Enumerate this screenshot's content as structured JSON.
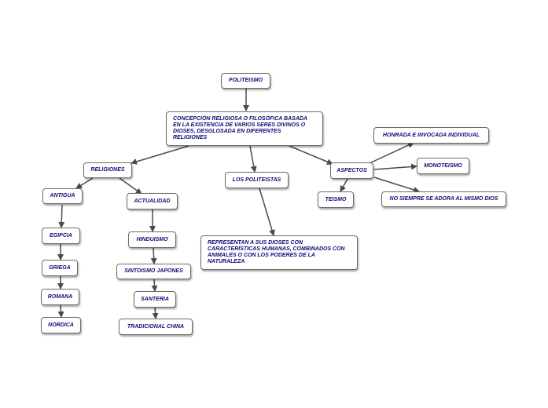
{
  "nodes": {
    "politeismo": "POLITEISMO",
    "concepcion": "CONCEPCIÓN RELIGIOSA O FILOSÓFICA BASADA EN LA EXISTENCIA DE VARIOS SERES DIVINOS O DIOSES, DESGLOSADA EN DIFERENTES RELIGIONES",
    "religiones": "RELIGIONES",
    "los_politeistas": "LOS POLITEISTAS",
    "aspectos": "ASPECTOS",
    "antigua": "ANTIGUA",
    "actualidad": "ACTUALIDAD",
    "egipcia": "EGIPCIA",
    "griega": "GRIEGA",
    "romana": "ROMANA",
    "nordica": "NORDICA",
    "hinduismo": "HINDUISMO",
    "sintoismo": "SINTOISMO JAPONES",
    "santeria": "SANTERIA",
    "tradicional_china": "TRADICIONAL CHINA",
    "representan": "REPRESENTAN A SUS DIOSES CON CARACTERÍSTICAS HUMANAS, COMBINADOS CON ANIMALES O CON LOS PODERES DE LA NATURALEZA",
    "honrada": "HONRADA E INVOCADA INDIVIDUAL",
    "monoteismo": "MONOTEISMO",
    "teismo": "TEISMO",
    "no_siempre": "NO SIEMPRE SE ADORA AL MISMO DIOS"
  },
  "colors": {
    "text": "#0d0d7a",
    "border": "#6b6b6b",
    "arrow": "#4a4a4a"
  }
}
